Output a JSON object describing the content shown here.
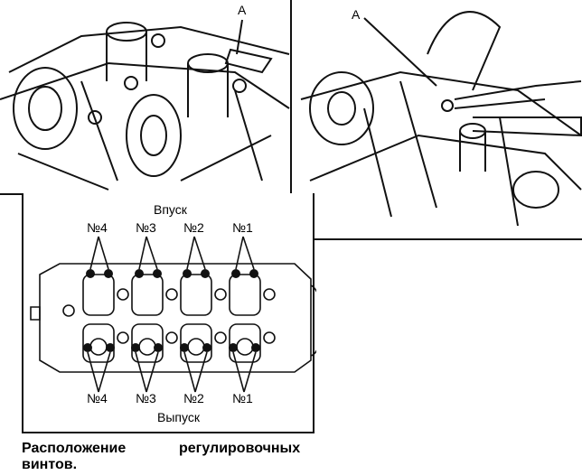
{
  "top_left_figure": {
    "callout": "A"
  },
  "top_right_figure": {
    "callout": "A"
  },
  "layout_figure": {
    "intake_label": "Впуск",
    "exhaust_label": "Выпуск",
    "intake_cylinders": [
      "№4",
      "№3",
      "№2",
      "№1"
    ],
    "exhaust_cylinders": [
      "№4",
      "№3",
      "№2",
      "№1"
    ]
  },
  "caption": {
    "line1_left": "Расположение",
    "line1_right": "регулировочных",
    "line2": "винтов."
  }
}
